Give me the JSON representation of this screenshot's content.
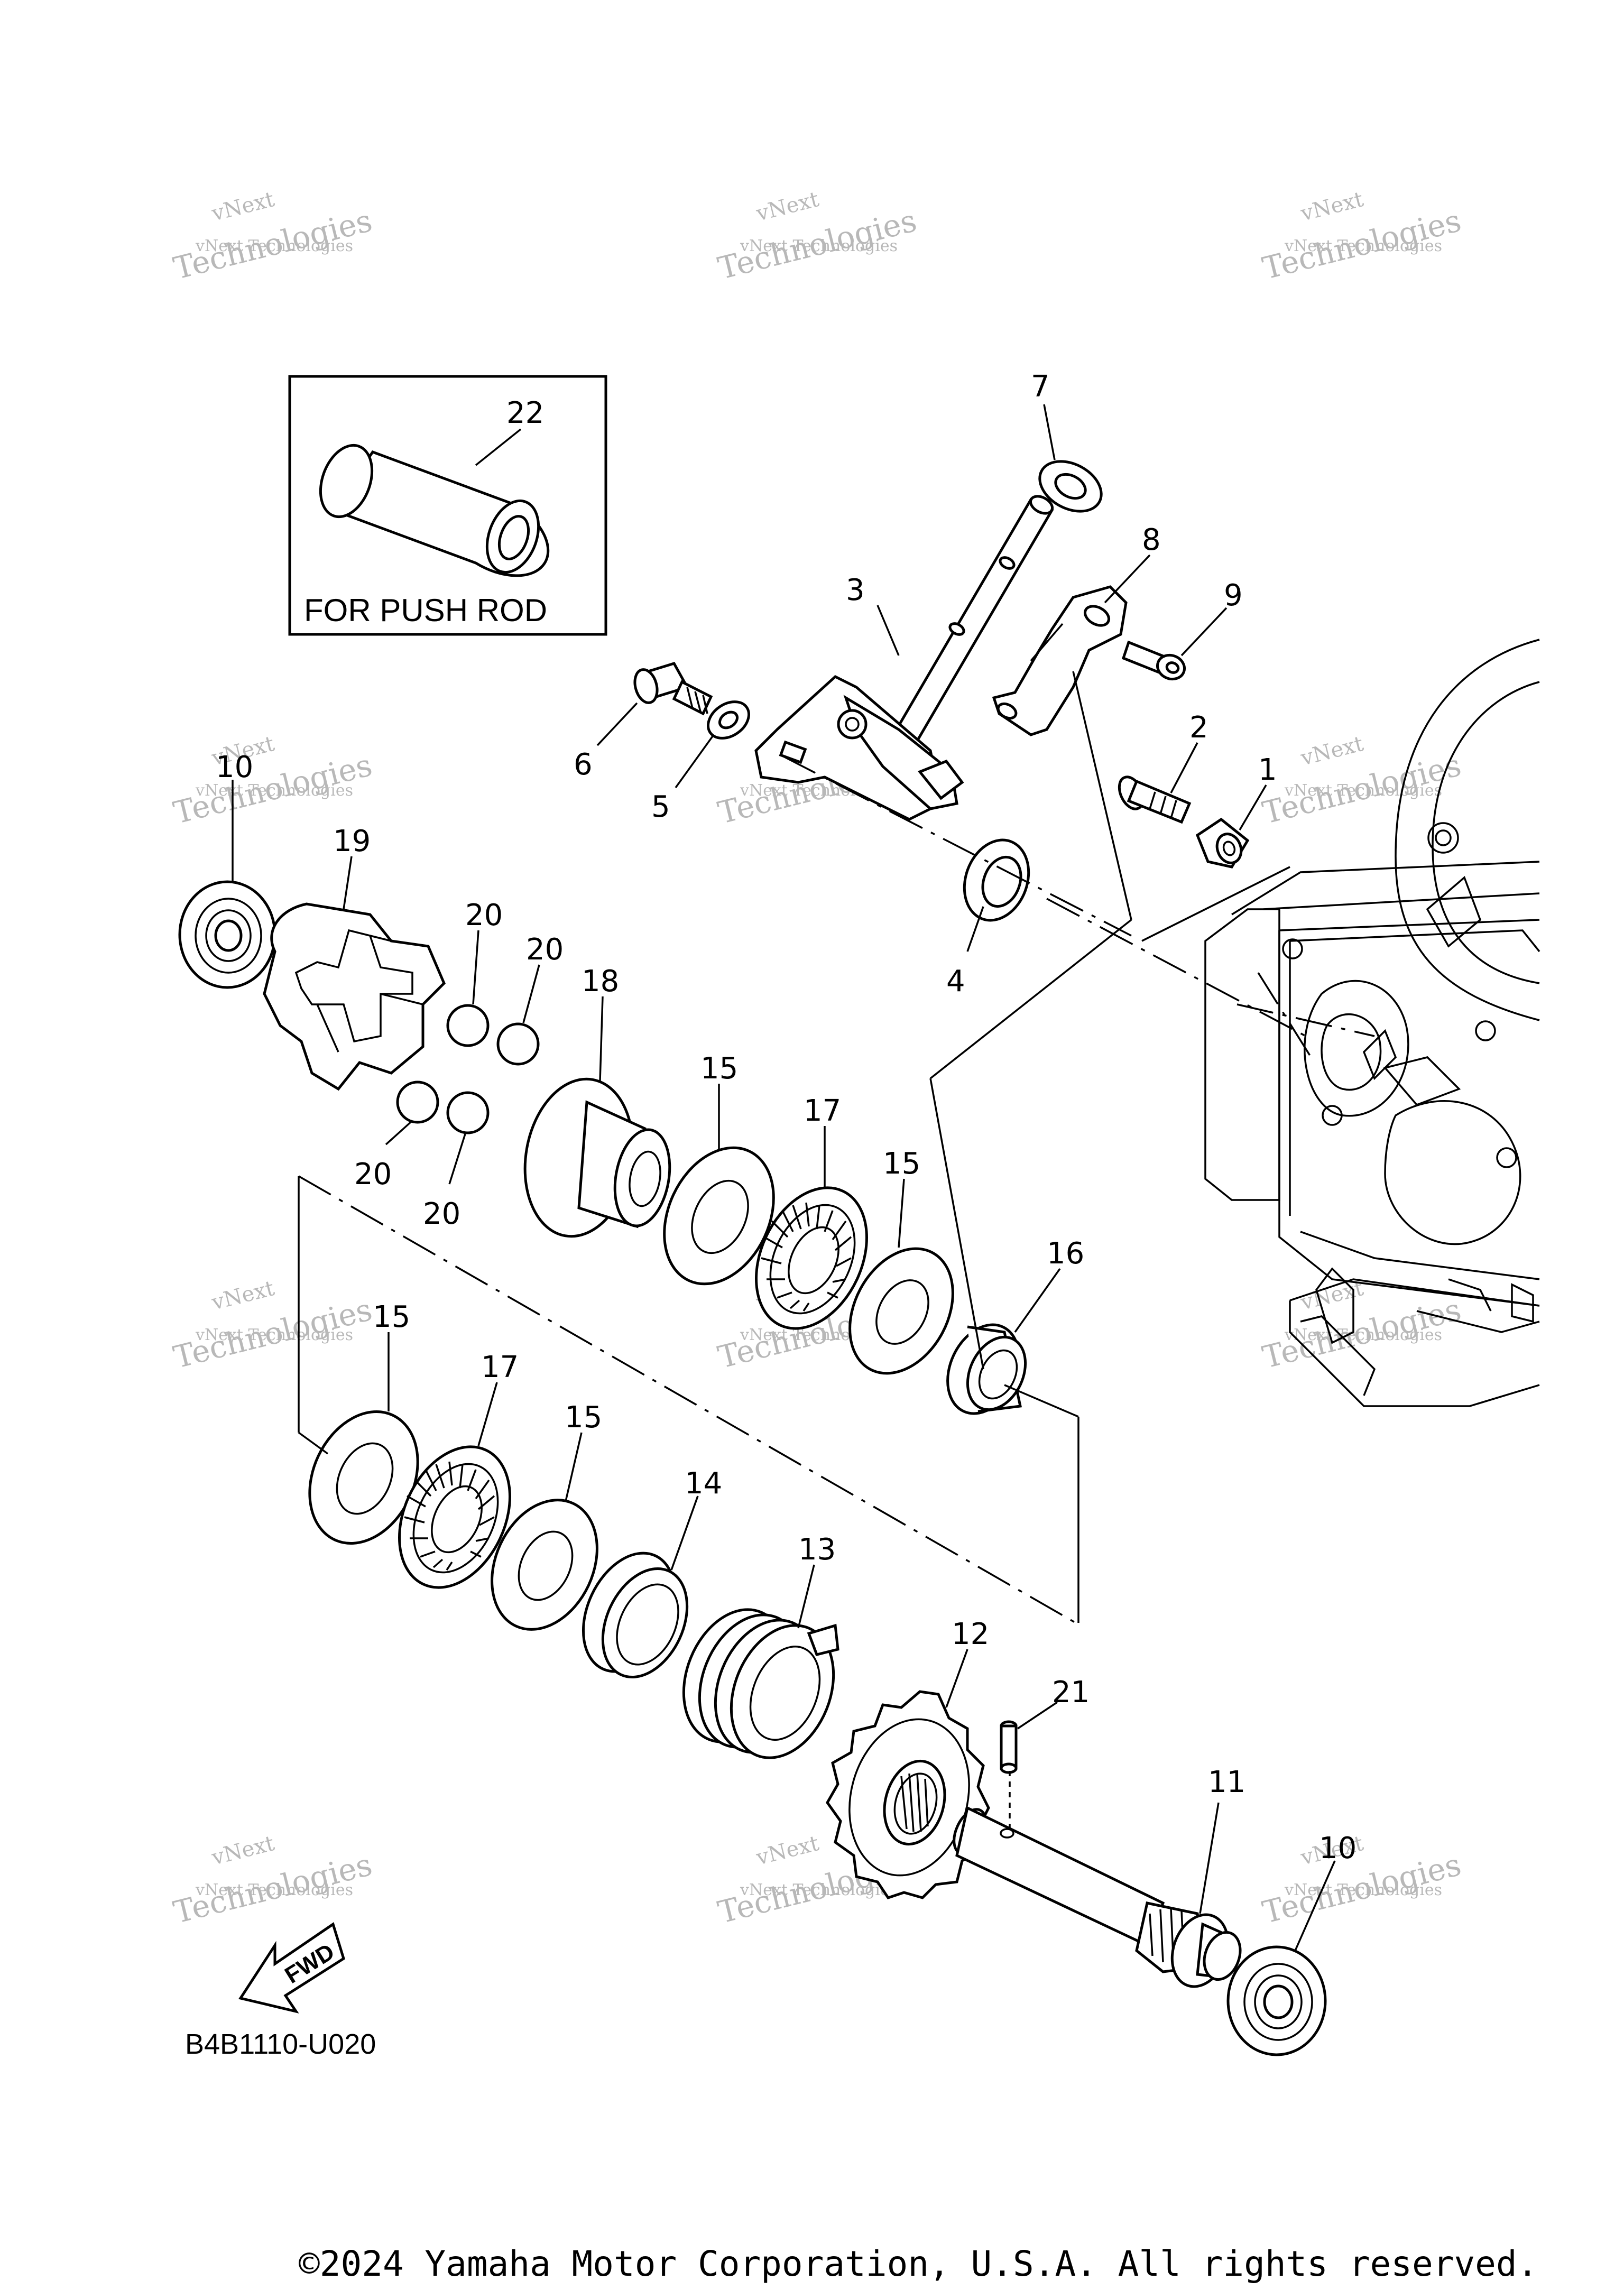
{
  "diagram": {
    "code": "B4B1110-U020",
    "inset_box_label": "FOR PUSH ROD",
    "fwd_arrow_label": "FWD",
    "copyright": "©2024 Yamaha Motor Corporation, U.S.A. All rights reserved.",
    "watermark": {
      "line1": "vNext",
      "line2": "vNext Technologies",
      "line3": "Technologies"
    },
    "callouts": [
      "1",
      "2",
      "3",
      "4",
      "5",
      "6",
      "7",
      "8",
      "9",
      "10",
      "10",
      "11",
      "12",
      "13",
      "14",
      "15",
      "15",
      "15",
      "15",
      "16",
      "17",
      "17",
      "18",
      "19",
      "20",
      "20",
      "20",
      "20",
      "21",
      "22"
    ]
  }
}
